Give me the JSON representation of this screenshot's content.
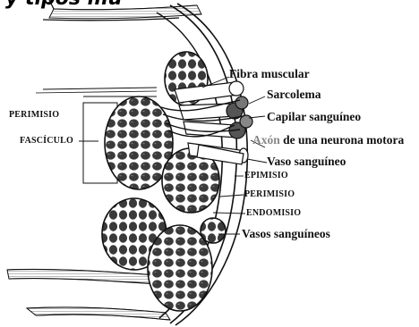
{
  "header": {
    "title_fragment": "y tipos mu"
  },
  "labels": {
    "fibra_muscular": "Fibra muscular",
    "sarcolema": "Sarcolema",
    "capilar": "Capilar sanguíneo",
    "axon_word": "Axón",
    "axon_rest": "de una neurona motora",
    "vaso": "Vaso sanguíneo",
    "epimisio": "EPIMISIO",
    "perimisio_right": "PERIMISIO",
    "endomisio": "ENDOMISIO",
    "vasos": "Vasos sanguíneos",
    "perimisio_left": "PERIMISIO",
    "fasciculo": "FASCÍCULO"
  },
  "colors": {
    "ink": "#111111",
    "fiber": "#3a3a3a",
    "axon_label": "#888888"
  }
}
